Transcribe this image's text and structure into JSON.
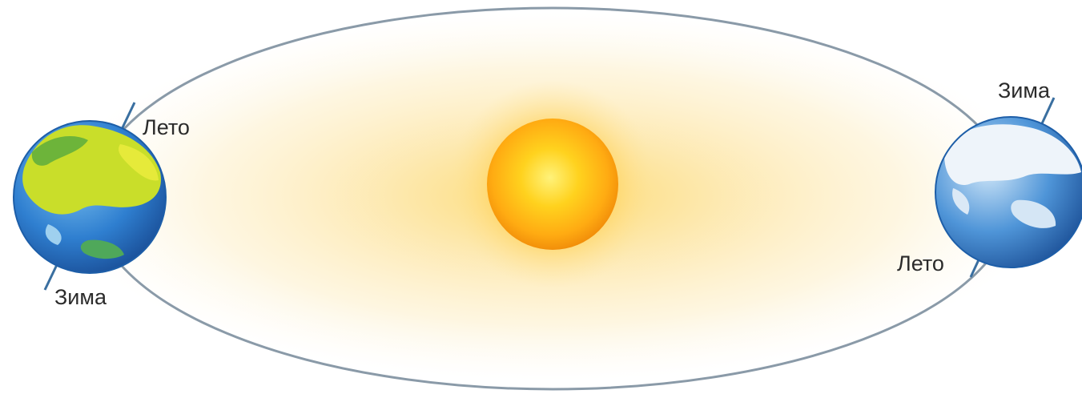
{
  "labels": {
    "left_summer": "Лето",
    "left_winter": "Зима",
    "right_winter": "Зима",
    "right_summer": "Лето"
  },
  "colors": {
    "orbit": "#8a9aa8",
    "glow": "#fde8a0",
    "sun_core": "#ffe86a",
    "sun_mid": "#ffc21a",
    "sun_edge": "#f59a0c",
    "ocean": "#2f7fd0",
    "land_summer": "#c9de2a",
    "land_winter": "#eef4fa",
    "axis": "#3a6fa0"
  },
  "icons": {
    "sun": "sun-icon",
    "earth_left": "earth-globe-icon",
    "earth_right": "earth-globe-icon"
  }
}
